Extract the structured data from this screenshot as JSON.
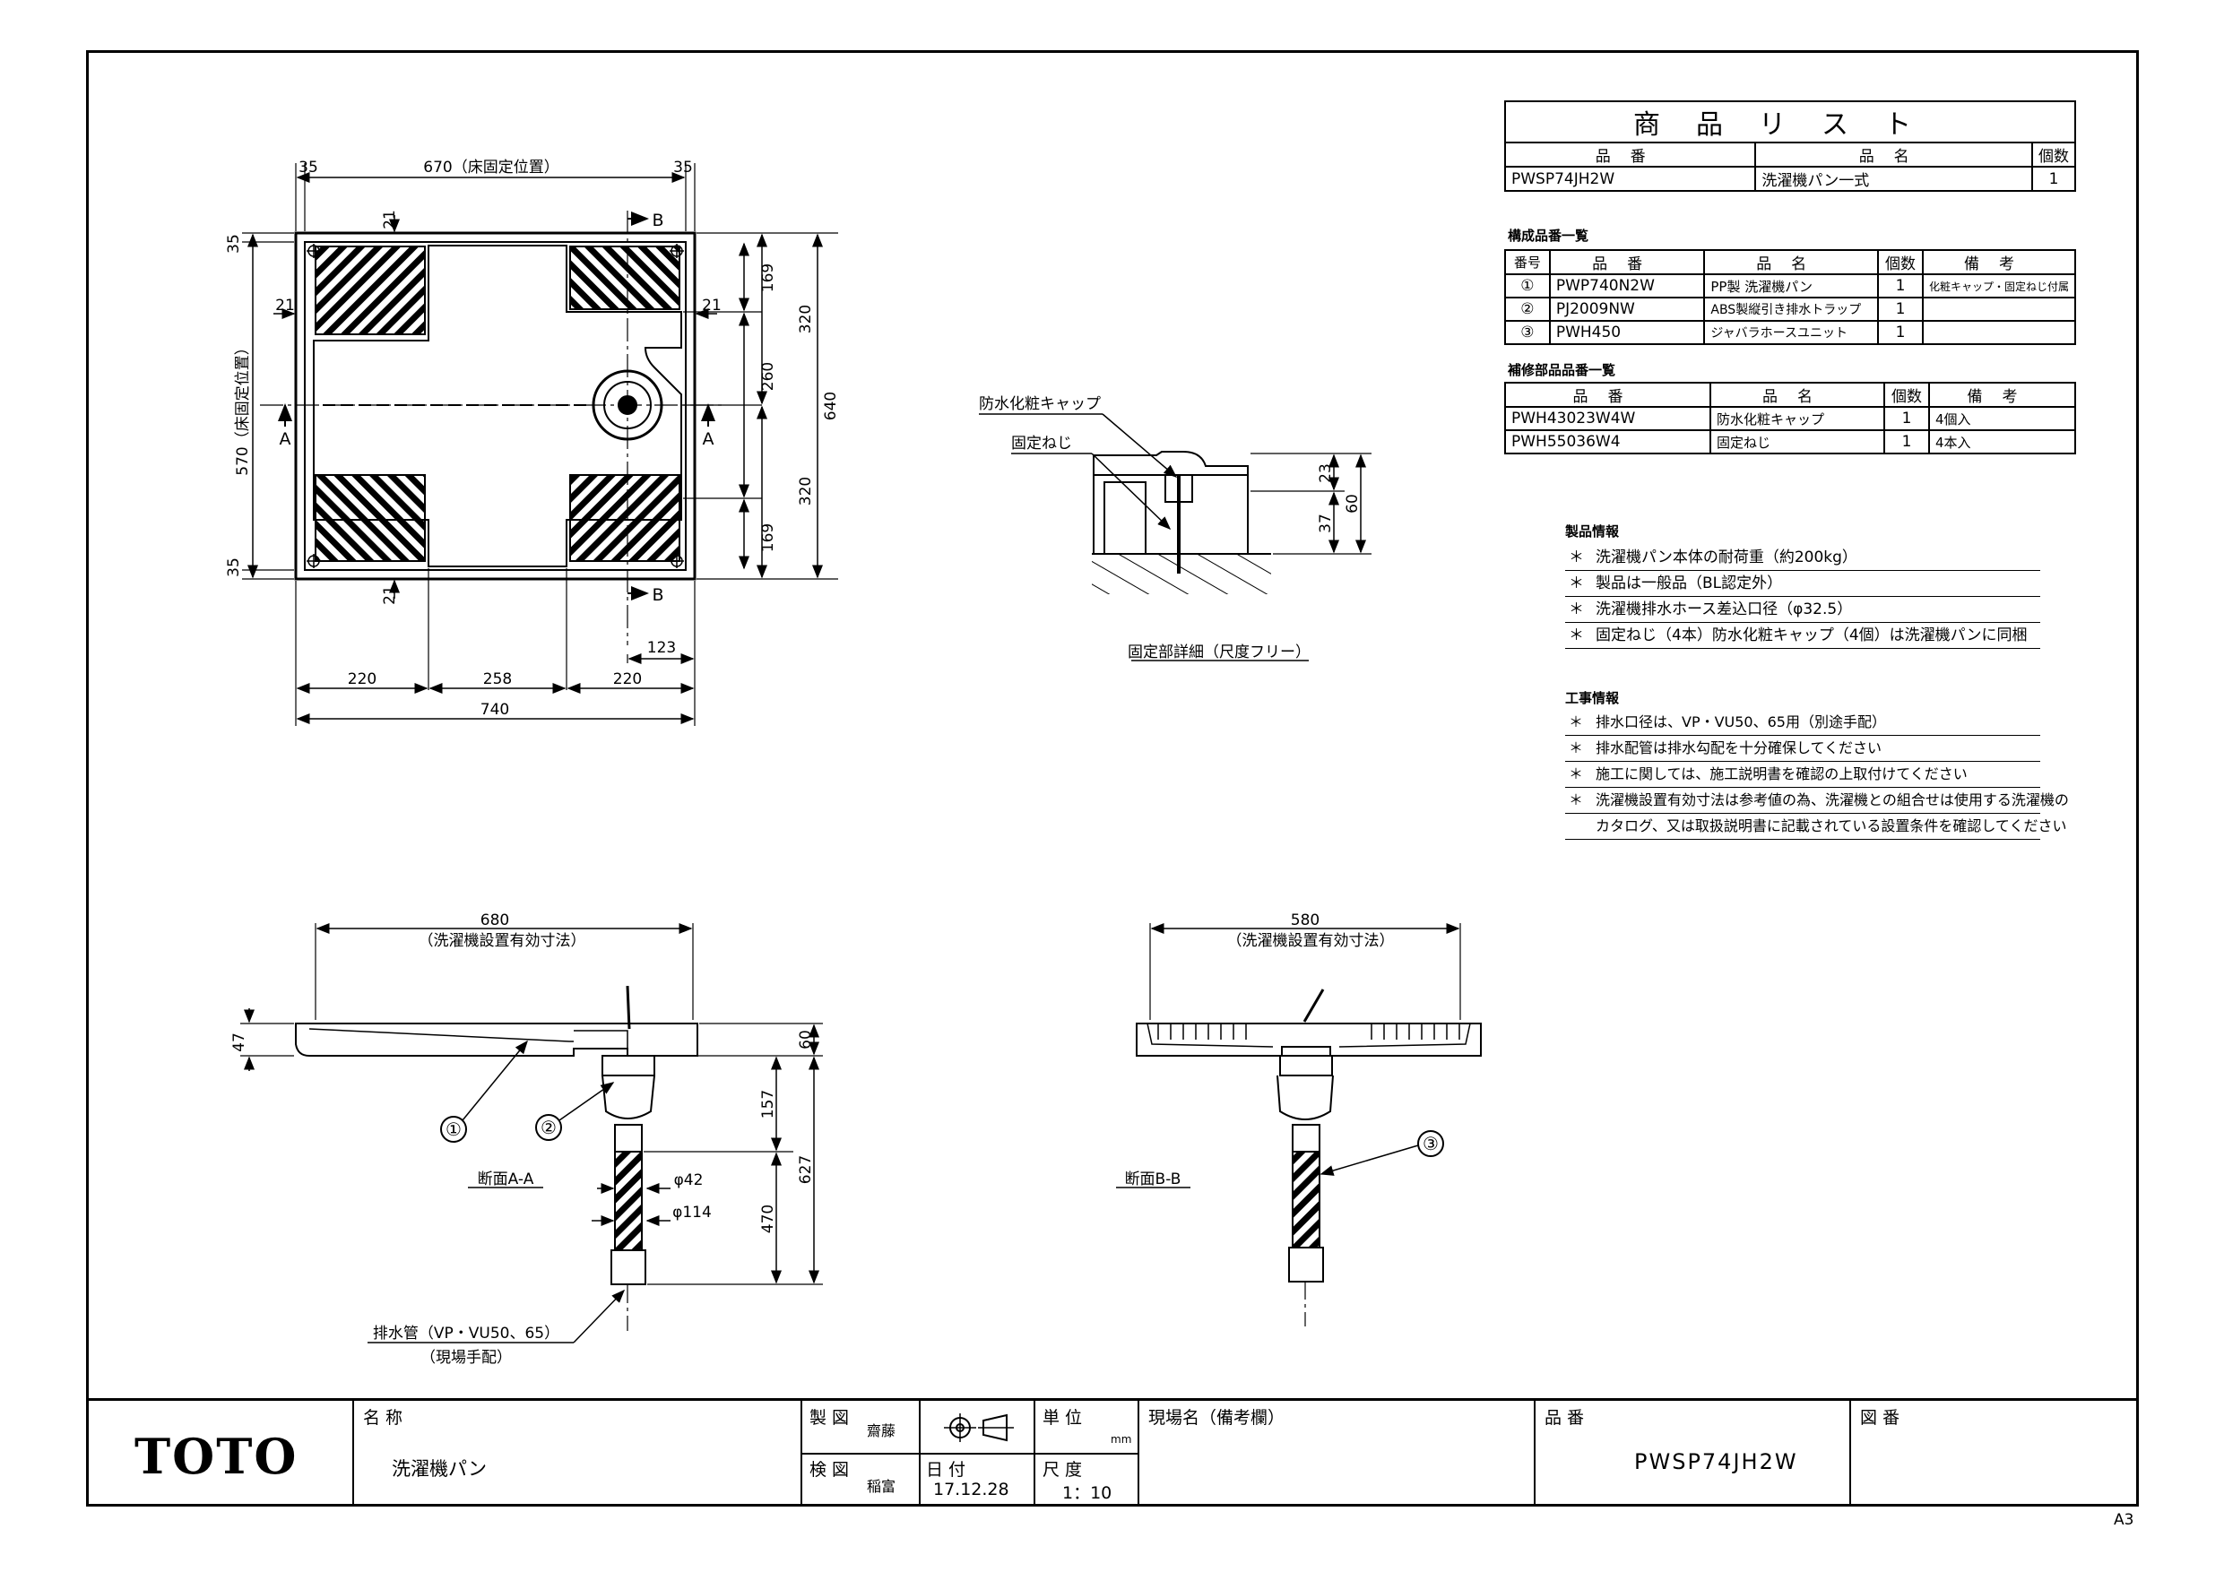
{
  "product_list": {
    "title": "商品リスト",
    "headers": [
      "品番",
      "品名",
      "個数"
    ],
    "row": {
      "code": "PWSP74JH2W",
      "name": "洗濯機パン一式",
      "qty": "1"
    }
  },
  "components": {
    "title": "構成品番一覧",
    "headers": [
      "番号",
      "品番",
      "品名",
      "個数",
      "備考"
    ],
    "rows": [
      {
        "no": "①",
        "code": "PWP740N2W",
        "name": "PP製 洗濯機パン",
        "qty": "1",
        "note": "化粧キャップ・固定ねじ付属"
      },
      {
        "no": "②",
        "code": "PJ2009NW",
        "name": "ABS製縦引き排水トラップ",
        "qty": "1",
        "note": ""
      },
      {
        "no": "③",
        "code": "PWH450",
        "name": "ジャバラホースユニット",
        "qty": "1",
        "note": ""
      }
    ]
  },
  "repair_parts": {
    "title": "補修部品品番一覧",
    "headers": [
      "品番",
      "品名",
      "個数",
      "備考"
    ],
    "rows": [
      {
        "code": "PWH43023W4W",
        "name": "防水化粧キャップ",
        "qty": "1",
        "note": "4個入"
      },
      {
        "code": "PWH55036W4",
        "name": "固定ねじ",
        "qty": "1",
        "note": "4本入"
      }
    ]
  },
  "product_info": {
    "title": "製品情報",
    "items": [
      "洗濯機パン本体の耐荷重（約200kg）",
      "製品は一般品（BL認定外）",
      "洗濯機排水ホース差込口径（φ32.5）",
      "固定ねじ（4本）防水化粧キャップ（4個）は洗濯機パンに同梱"
    ]
  },
  "construction_info": {
    "title": "工事情報",
    "items": [
      "排水口径は、VP・VU50、65用（別途手配）",
      "排水配管は排水勾配を十分確保してください",
      "施工に関しては、施工説明書を確認の上取付けてください",
      "洗濯機設置有効寸法は参考値の為、洗濯機との組合せは使用する洗濯機の",
      "カタログ、又は取扱説明書に記載されている設置条件を確認してください"
    ]
  },
  "plan_view": {
    "dims": {
      "top_left": "35",
      "top_mid": "670（床固定位置）",
      "top_right": "35",
      "left_top": "35",
      "left_mid": "570（床固定位置）",
      "left_bot": "35",
      "w21_tl": "21",
      "w21_l": "21",
      "w21_r": "21",
      "w21_b": "21",
      "r169_top": "169",
      "r260": "260",
      "r169_bot": "169",
      "r320_top": "320",
      "r320_bot": "320",
      "r640": "640",
      "r123": "123",
      "b220_l": "220",
      "b258": "258",
      "b220_r": "220",
      "b740": "740"
    },
    "section_marks": {
      "a": "A",
      "b": "B"
    }
  },
  "detail": {
    "label_cap": "防水化粧キャップ",
    "label_screw": "固定ねじ",
    "dim_23": "23",
    "dim_37": "37",
    "dim_60": "60",
    "caption": "固定部詳細（尺度フリー）"
  },
  "section_aa": {
    "dim_680": "680",
    "dim_680_note": "（洗濯機設置有効寸法）",
    "dim_47": "47",
    "dim_60": "60",
    "dim_157": "157",
    "dim_627": "627",
    "dim_470": "470",
    "phi42": "φ42",
    "phi114": "φ114",
    "balloon1": "①",
    "balloon2": "②",
    "caption": "断面A-A",
    "pipe_label": "排水管（VP・VU50、65）",
    "pipe_note": "（現場手配）"
  },
  "section_bb": {
    "dim_580": "580",
    "dim_580_note": "（洗濯機設置有効寸法）",
    "balloon3": "③",
    "caption": "断面B-B"
  },
  "title_block": {
    "logo": "TOTO",
    "name_label": "名 称",
    "name_value": "洗濯機パン",
    "drawn_label": "製 図",
    "drawn_value": "齋藤",
    "checked_label": "検 図",
    "checked_value": "稲富",
    "unit_label": "単 位",
    "unit_value": "mm",
    "date_label": "日 付",
    "date_value": "17.12.28",
    "scale_label": "尺 度",
    "scale_value": "1：10",
    "site_label": "現場名（備考欄）",
    "code_label": "品 番",
    "code_value": "PWSP74JH2W",
    "drawing_no_label": "図 番"
  },
  "sheet_size": "A3"
}
